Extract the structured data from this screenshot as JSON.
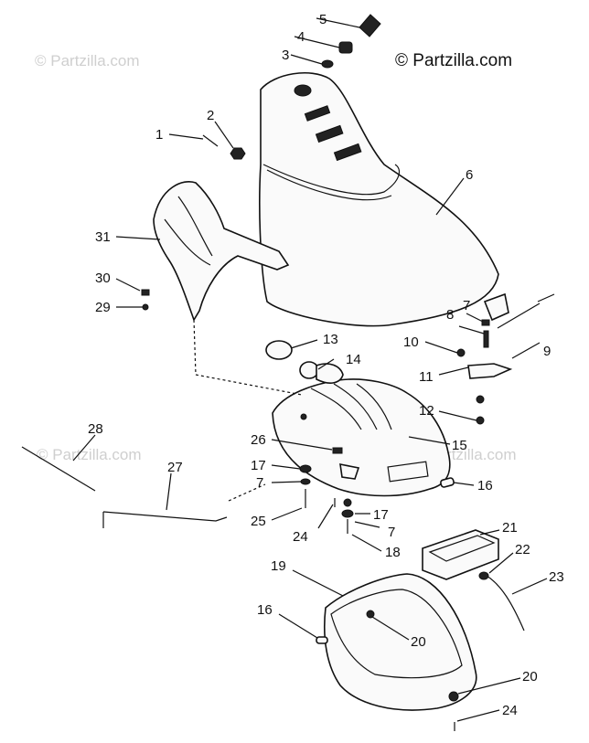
{
  "watermarks": {
    "main": "© Partzilla.com",
    "faint_top": "© Partzilla.com",
    "faint_left": "© Partzilla.com",
    "faint_right": "© Partzilla.com"
  },
  "callouts": [
    {
      "id": "c1",
      "text": "1"
    },
    {
      "id": "c2",
      "text": "2"
    },
    {
      "id": "c3",
      "text": "3"
    },
    {
      "id": "c4",
      "text": "4"
    },
    {
      "id": "c5",
      "text": "5"
    },
    {
      "id": "c6",
      "text": "6"
    },
    {
      "id": "c7a",
      "text": "7"
    },
    {
      "id": "c8",
      "text": "8"
    },
    {
      "id": "c9",
      "text": "9"
    },
    {
      "id": "c10",
      "text": "10"
    },
    {
      "id": "c11",
      "text": "11"
    },
    {
      "id": "c12",
      "text": "12"
    },
    {
      "id": "c13",
      "text": "13"
    },
    {
      "id": "c14",
      "text": "14"
    },
    {
      "id": "c15",
      "text": "15"
    },
    {
      "id": "c16a",
      "text": "16"
    },
    {
      "id": "c17a",
      "text": "17"
    },
    {
      "id": "c7b",
      "text": "7"
    },
    {
      "id": "c25",
      "text": "25"
    },
    {
      "id": "c24a",
      "text": "24"
    },
    {
      "id": "c17b",
      "text": "17"
    },
    {
      "id": "c7c",
      "text": "7"
    },
    {
      "id": "c18",
      "text": "18"
    },
    {
      "id": "c26",
      "text": "26"
    },
    {
      "id": "c27",
      "text": "27"
    },
    {
      "id": "c28",
      "text": "28"
    },
    {
      "id": "c29",
      "text": "29"
    },
    {
      "id": "c30",
      "text": "30"
    },
    {
      "id": "c31",
      "text": "31"
    },
    {
      "id": "c16b",
      "text": "16"
    },
    {
      "id": "c19",
      "text": "19"
    },
    {
      "id": "c20a",
      "text": "20"
    },
    {
      "id": "c20b",
      "text": "20"
    },
    {
      "id": "c21",
      "text": "21"
    },
    {
      "id": "c22",
      "text": "22"
    },
    {
      "id": "c23",
      "text": "23"
    },
    {
      "id": "c24b",
      "text": "24"
    }
  ]
}
